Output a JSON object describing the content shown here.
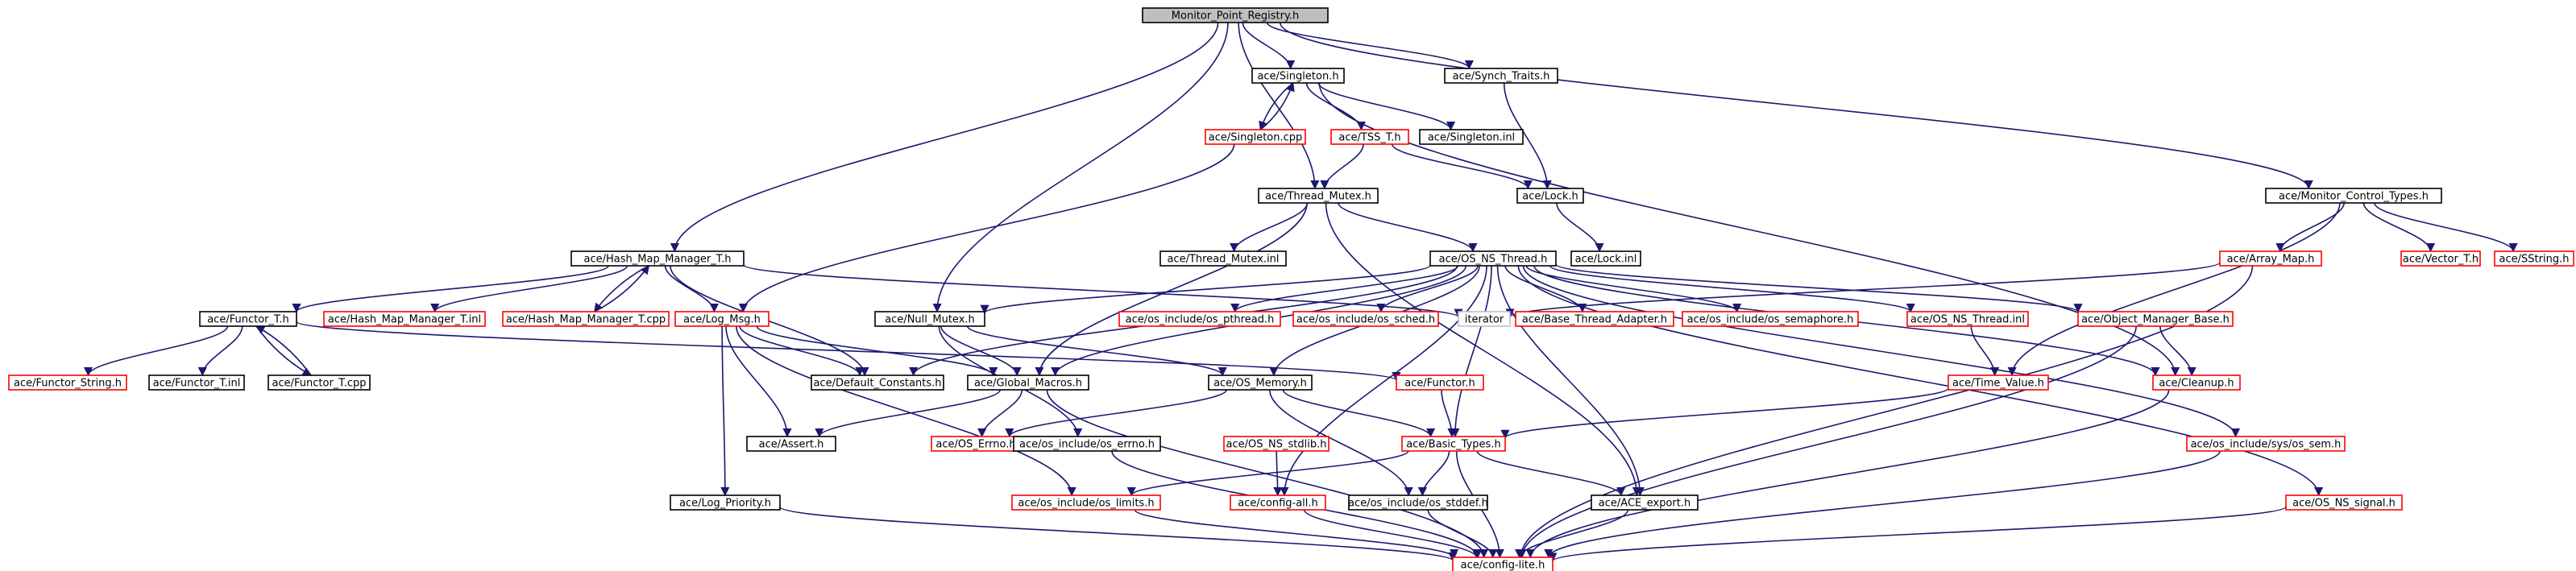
{
  "colors": {
    "edge": "#191970",
    "border_default": "#000000",
    "border_red": "#ff0000",
    "border_gray": "#bfbfbf",
    "fill_root": "#bfbfbf",
    "fill_default": "#ffffff",
    "text": "#000000"
  },
  "nodes": [
    {
      "id": "root",
      "label": "Monitor_Point_Registry.h",
      "style": "root"
    },
    {
      "id": "singleton_h",
      "label": "ace/Singleton.h",
      "style": "black"
    },
    {
      "id": "synch_traits",
      "label": "ace/Synch_Traits.h",
      "style": "black"
    },
    {
      "id": "singleton_cpp",
      "label": "ace/Singleton.cpp",
      "style": "red"
    },
    {
      "id": "tss_t",
      "label": "ace/TSS_T.h",
      "style": "red"
    },
    {
      "id": "singleton_inl",
      "label": "ace/Singleton.inl",
      "style": "black"
    },
    {
      "id": "thread_mutex",
      "label": "ace/Thread_Mutex.h",
      "style": "black"
    },
    {
      "id": "lock_h",
      "label": "ace/Lock.h",
      "style": "black"
    },
    {
      "id": "monitor_ctrl",
      "label": "ace/Monitor_Control_Types.h",
      "style": "black"
    },
    {
      "id": "hash_map_mgr",
      "label": "ace/Hash_Map_Manager_T.h",
      "style": "black"
    },
    {
      "id": "thread_mutex_inl",
      "label": "ace/Thread_Mutex.inl",
      "style": "black"
    },
    {
      "id": "os_ns_thread",
      "label": "ace/OS_NS_Thread.h",
      "style": "black"
    },
    {
      "id": "lock_inl",
      "label": "ace/Lock.inl",
      "style": "black"
    },
    {
      "id": "array_map",
      "label": "ace/Array_Map.h",
      "style": "red"
    },
    {
      "id": "vector_t",
      "label": "ace/Vector_T.h",
      "style": "red"
    },
    {
      "id": "sstring",
      "label": "ace/SString.h",
      "style": "red"
    },
    {
      "id": "functor_t",
      "label": "ace/Functor_T.h",
      "style": "black"
    },
    {
      "id": "hash_map_inl",
      "label": "ace/Hash_Map_Manager_T.inl",
      "style": "red"
    },
    {
      "id": "hash_map_cpp",
      "label": "ace/Hash_Map_Manager_T.cpp",
      "style": "red"
    },
    {
      "id": "log_msg",
      "label": "ace/Log_Msg.h",
      "style": "red"
    },
    {
      "id": "null_mutex",
      "label": "ace/Null_Mutex.h",
      "style": "black"
    },
    {
      "id": "os_pthread",
      "label": "ace/os_include/os_pthread.h",
      "style": "red"
    },
    {
      "id": "os_sched",
      "label": "ace/os_include/os_sched.h",
      "style": "red"
    },
    {
      "id": "iterator",
      "label": "iterator",
      "style": "gray"
    },
    {
      "id": "base_thread_adapter",
      "label": "ace/Base_Thread_Adapter.h",
      "style": "red"
    },
    {
      "id": "os_semaphore",
      "label": "ace/os_include/os_semaphore.h",
      "style": "red"
    },
    {
      "id": "os_ns_thread_inl",
      "label": "ace/OS_NS_Thread.inl",
      "style": "red"
    },
    {
      "id": "object_mgr_base",
      "label": "ace/Object_Manager_Base.h",
      "style": "red"
    },
    {
      "id": "functor_string",
      "label": "ace/Functor_String.h",
      "style": "red"
    },
    {
      "id": "functor_t_inl",
      "label": "ace/Functor_T.inl",
      "style": "black"
    },
    {
      "id": "functor_t_cpp",
      "label": "ace/Functor_T.cpp",
      "style": "black"
    },
    {
      "id": "default_constants",
      "label": "ace/Default_Constants.h",
      "style": "black"
    },
    {
      "id": "global_macros",
      "label": "ace/Global_Macros.h",
      "style": "black"
    },
    {
      "id": "os_memory",
      "label": "ace/OS_Memory.h",
      "style": "black"
    },
    {
      "id": "functor_h",
      "label": "ace/Functor.h",
      "style": "red"
    },
    {
      "id": "time_value",
      "label": "ace/Time_Value.h",
      "style": "red"
    },
    {
      "id": "cleanup",
      "label": "ace/Cleanup.h",
      "style": "red"
    },
    {
      "id": "assert_h",
      "label": "ace/Assert.h",
      "style": "black"
    },
    {
      "id": "os_errno",
      "label": "ace/OS_Errno.h",
      "style": "red"
    },
    {
      "id": "os_include_errno",
      "label": "ace/os_include/os_errno.h",
      "style": "black"
    },
    {
      "id": "os_ns_stdlib",
      "label": "ace/OS_NS_stdlib.h",
      "style": "red"
    },
    {
      "id": "basic_types",
      "label": "ace/Basic_Types.h",
      "style": "red"
    },
    {
      "id": "os_sys_sem",
      "label": "ace/os_include/sys/os_sem.h",
      "style": "red"
    },
    {
      "id": "log_priority",
      "label": "ace/Log_Priority.h",
      "style": "black"
    },
    {
      "id": "os_limits",
      "label": "ace/os_include/os_limits.h",
      "style": "red"
    },
    {
      "id": "config_all",
      "label": "ace/config-all.h",
      "style": "red"
    },
    {
      "id": "os_stddef",
      "label": "ace/os_include/os_stddef.h",
      "style": "black"
    },
    {
      "id": "ace_export",
      "label": "ace/ACE_export.h",
      "style": "black"
    },
    {
      "id": "os_ns_signal",
      "label": "ace/OS_NS_signal.h",
      "style": "red"
    },
    {
      "id": "config_lite",
      "label": "ace/config-lite.h",
      "style": "red"
    }
  ],
  "edges": [
    [
      "root",
      "singleton_h"
    ],
    [
      "root",
      "synch_traits"
    ],
    [
      "root",
      "thread_mutex"
    ],
    [
      "root",
      "monitor_ctrl"
    ],
    [
      "root",
      "hash_map_mgr"
    ],
    [
      "root",
      "null_mutex"
    ],
    [
      "singleton_h",
      "singleton_cpp"
    ],
    [
      "singleton_cpp",
      "singleton_h"
    ],
    [
      "singleton_h",
      "tss_t"
    ],
    [
      "singleton_h",
      "singleton_inl"
    ],
    [
      "singleton_h",
      "cleanup"
    ],
    [
      "singleton_cpp",
      "log_msg"
    ],
    [
      "synch_traits",
      "lock_h"
    ],
    [
      "tss_t",
      "thread_mutex"
    ],
    [
      "tss_t",
      "lock_h"
    ],
    [
      "lock_h",
      "lock_inl"
    ],
    [
      "thread_mutex",
      "thread_mutex_inl"
    ],
    [
      "thread_mutex",
      "os_ns_thread"
    ],
    [
      "thread_mutex",
      "global_macros"
    ],
    [
      "thread_mutex",
      "ace_export"
    ],
    [
      "monitor_ctrl",
      "array_map"
    ],
    [
      "monitor_ctrl",
      "vector_t"
    ],
    [
      "monitor_ctrl",
      "sstring"
    ],
    [
      "monitor_ctrl",
      "time_value"
    ],
    [
      "array_map",
      "iterator"
    ],
    [
      "array_map",
      "config_lite"
    ],
    [
      "hash_map_mgr",
      "functor_t"
    ],
    [
      "hash_map_mgr",
      "hash_map_inl"
    ],
    [
      "hash_map_mgr",
      "hash_map_cpp"
    ],
    [
      "hash_map_cpp",
      "hash_map_mgr"
    ],
    [
      "hash_map_mgr",
      "log_msg"
    ],
    [
      "hash_map_mgr",
      "default_constants"
    ],
    [
      "hash_map_mgr",
      "iterator"
    ],
    [
      "functor_t",
      "functor_string"
    ],
    [
      "functor_t",
      "functor_t_inl"
    ],
    [
      "functor_t",
      "functor_t_cpp"
    ],
    [
      "functor_t_cpp",
      "functor_t"
    ],
    [
      "functor_t",
      "functor_h"
    ],
    [
      "log_msg",
      "default_constants"
    ],
    [
      "log_msg",
      "global_macros"
    ],
    [
      "log_msg",
      "assert_h"
    ],
    [
      "log_msg",
      "log_priority"
    ],
    [
      "log_msg",
      "os_limits"
    ],
    [
      "null_mutex",
      "global_macros"
    ],
    [
      "null_mutex",
      "os_memory"
    ],
    [
      "null_mutex",
      "os_include_errno"
    ],
    [
      "os_ns_thread",
      "null_mutex"
    ],
    [
      "os_ns_thread",
      "os_pthread"
    ],
    [
      "os_ns_thread",
      "os_sched"
    ],
    [
      "os_ns_thread",
      "base_thread_adapter"
    ],
    [
      "os_ns_thread",
      "os_semaphore"
    ],
    [
      "os_ns_thread",
      "os_ns_thread_inl"
    ],
    [
      "os_ns_thread",
      "object_mgr_base"
    ],
    [
      "os_ns_thread",
      "os_sys_sem"
    ],
    [
      "os_ns_thread",
      "os_ns_signal"
    ],
    [
      "os_ns_thread",
      "default_constants"
    ],
    [
      "os_ns_thread",
      "global_macros"
    ],
    [
      "os_ns_thread",
      "os_memory"
    ],
    [
      "os_ns_thread",
      "config_all"
    ],
    [
      "os_ns_thread",
      "basic_types"
    ],
    [
      "os_ns_thread",
      "cleanup"
    ],
    [
      "os_ns_thread",
      "ace_export"
    ],
    [
      "os_ns_thread_inl",
      "time_value"
    ],
    [
      "object_mgr_base",
      "cleanup"
    ],
    [
      "object_mgr_base",
      "config_lite"
    ],
    [
      "global_macros",
      "assert_h"
    ],
    [
      "global_macros",
      "os_errno"
    ],
    [
      "global_macros",
      "config_lite"
    ],
    [
      "os_memory",
      "os_errno"
    ],
    [
      "os_memory",
      "basic_types"
    ],
    [
      "os_memory",
      "os_stddef"
    ],
    [
      "os_ns_stdlib",
      "config_all"
    ],
    [
      "functor_h",
      "basic_types"
    ],
    [
      "time_value",
      "basic_types"
    ],
    [
      "cleanup",
      "config_lite"
    ],
    [
      "basic_types",
      "os_limits"
    ],
    [
      "basic_types",
      "os_stddef"
    ],
    [
      "basic_types",
      "ace_export"
    ],
    [
      "basic_types",
      "config_lite"
    ],
    [
      "os_include_errno",
      "config_lite"
    ],
    [
      "os_sys_sem",
      "config_lite"
    ],
    [
      "log_priority",
      "config_lite"
    ],
    [
      "os_limits",
      "config_lite"
    ],
    [
      "config_all",
      "config_lite"
    ],
    [
      "os_stddef",
      "config_lite"
    ],
    [
      "ace_export",
      "config_lite"
    ],
    [
      "os_ns_signal",
      "config_lite"
    ]
  ]
}
